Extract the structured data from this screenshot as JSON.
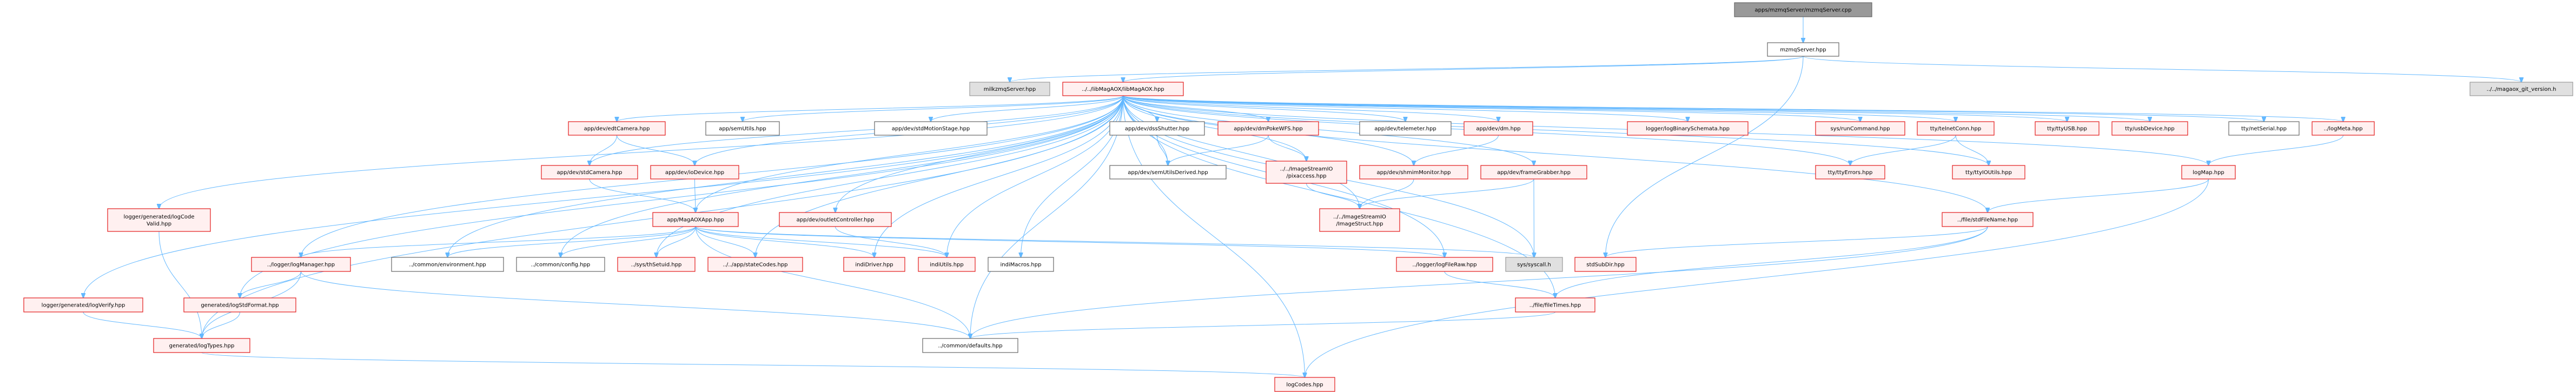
{
  "graph": {
    "title": "apps/mzmqServer/mzmqServer.cpp include dependency graph",
    "colors": {
      "edge": "#63b8ff",
      "red_border": "#e31a1c",
      "red_fill": "#fff0f0",
      "gray_fill": "#e0e0e0",
      "root_fill": "#999999"
    },
    "nodes": [
      {
        "id": "cpp",
        "label": "apps/mzmqServer/mzmqServer.cpp",
        "style": "root"
      },
      {
        "id": "mzhpp",
        "label": "mzmqServer.hpp",
        "style": "white"
      },
      {
        "id": "milk",
        "label": "milkzmqServer.hpp",
        "style": "gray"
      },
      {
        "id": "lib",
        "label": "../../libMagAOX/libMagAOX.hpp",
        "style": "red"
      },
      {
        "id": "git",
        "label": "../../magaox_git_version.h",
        "style": "gray"
      },
      {
        "id": "edt",
        "label": "app/dev/edtCamera.hpp",
        "style": "red"
      },
      {
        "id": "semu",
        "label": "app/semUtils.hpp",
        "style": "white"
      },
      {
        "id": "motion",
        "label": "app/dev/stdMotionStage.hpp",
        "style": "white"
      },
      {
        "id": "dss",
        "label": "app/dev/dssShutter.hpp",
        "style": "white"
      },
      {
        "id": "dmpoke",
        "label": "app/dev/dmPokeWFS.hpp",
        "style": "red"
      },
      {
        "id": "telem",
        "label": "app/dev/telemeter.hpp",
        "style": "white"
      },
      {
        "id": "dm",
        "label": "app/dev/dm.hpp",
        "style": "red"
      },
      {
        "id": "lbs",
        "label": "logger/logBinarySchemata.hpp",
        "style": "red"
      },
      {
        "id": "runcmd",
        "label": "sys/runCommand.hpp",
        "style": "red"
      },
      {
        "id": "telnet",
        "label": "tty/telnetConn.hpp",
        "style": "red"
      },
      {
        "id": "ttyusb",
        "label": "tty/ttyUSB.hpp",
        "style": "red"
      },
      {
        "id": "usbdev",
        "label": "tty/usbDevice.hpp",
        "style": "red"
      },
      {
        "id": "netser",
        "label": "tty/netSerial.hpp",
        "style": "white"
      },
      {
        "id": "logmeta",
        "label": "../logMeta.hpp",
        "style": "red"
      },
      {
        "id": "stdcam",
        "label": "app/dev/stdCamera.hpp",
        "style": "red"
      },
      {
        "id": "iodev",
        "label": "app/dev/ioDevice.hpp",
        "style": "red"
      },
      {
        "id": "semder",
        "label": "app/dev/semUtilsDerived.hpp",
        "style": "white"
      },
      {
        "id": "pixacc",
        "label": "../../ImageStreamIO\n/pixaccess.hpp",
        "style": "red"
      },
      {
        "id": "shmim",
        "label": "app/dev/shmimMonitor.hpp",
        "style": "red"
      },
      {
        "id": "fgrab",
        "label": "app/dev/frameGrabber.hpp",
        "style": "red"
      },
      {
        "id": "ttyerr",
        "label": "tty/ttyErrors.hpp",
        "style": "red"
      },
      {
        "id": "ttyio",
        "label": "tty/ttyIOUtils.hpp",
        "style": "red"
      },
      {
        "id": "logmap",
        "label": "logMap.hpp",
        "style": "red"
      },
      {
        "id": "lcv",
        "label": "logger/generated/logCode\nValid.hpp",
        "style": "red"
      },
      {
        "id": "magapp",
        "label": "app/MagAOXApp.hpp",
        "style": "red"
      },
      {
        "id": "outlet",
        "label": "app/dev/outletController.hpp",
        "style": "red"
      },
      {
        "id": "imgstruct",
        "label": "../../ImageStreamIO\n/ImageStruct.hpp",
        "style": "red"
      },
      {
        "id": "stdfn",
        "label": "../file/stdFileName.hpp",
        "style": "red"
      },
      {
        "id": "logmgr",
        "label": "../logger/logManager.hpp",
        "style": "red"
      },
      {
        "id": "env",
        "label": "../common/environment.hpp",
        "style": "white"
      },
      {
        "id": "config",
        "label": "../common/config.hpp",
        "style": "white"
      },
      {
        "id": "thset",
        "label": "../sys/thSetuid.hpp",
        "style": "red"
      },
      {
        "id": "state",
        "label": "../../app/stateCodes.hpp",
        "style": "red"
      },
      {
        "id": "indidrv",
        "label": "indiDriver.hpp",
        "style": "red"
      },
      {
        "id": "indiut",
        "label": "indiUtils.hpp",
        "style": "red"
      },
      {
        "id": "indimac",
        "label": "indiMacros.hpp",
        "style": "white"
      },
      {
        "id": "lfraw",
        "label": "../logger/logFileRaw.hpp",
        "style": "red"
      },
      {
        "id": "syscall",
        "label": "sys/syscall.h",
        "style": "gray"
      },
      {
        "id": "subdir",
        "label": "stdSubDir.hpp",
        "style": "red"
      },
      {
        "id": "lverify",
        "label": "logger/generated/logVerify.hpp",
        "style": "red"
      },
      {
        "id": "lstdfmt",
        "label": "generated/logStdFormat.hpp",
        "style": "red"
      },
      {
        "id": "ftimes",
        "label": "../file/fileTimes.hpp",
        "style": "red"
      },
      {
        "id": "ltypes",
        "label": "generated/logTypes.hpp",
        "style": "red"
      },
      {
        "id": "defaults",
        "label": "../common/defaults.hpp",
        "style": "white"
      },
      {
        "id": "lcodes",
        "label": "logCodes.hpp",
        "style": "red"
      }
    ],
    "edges": [
      [
        "cpp",
        "mzhpp"
      ],
      [
        "mzhpp",
        "milk"
      ],
      [
        "mzhpp",
        "lib"
      ],
      [
        "mzhpp",
        "git"
      ],
      [
        "mzhpp",
        "subdir"
      ],
      [
        "lib",
        "edt"
      ],
      [
        "lib",
        "semu"
      ],
      [
        "lib",
        "motion"
      ],
      [
        "lib",
        "dss"
      ],
      [
        "lib",
        "dmpoke"
      ],
      [
        "lib",
        "telem"
      ],
      [
        "lib",
        "dm"
      ],
      [
        "lib",
        "lbs"
      ],
      [
        "lib",
        "runcmd"
      ],
      [
        "lib",
        "telnet"
      ],
      [
        "lib",
        "ttyusb"
      ],
      [
        "lib",
        "usbdev"
      ],
      [
        "lib",
        "netser"
      ],
      [
        "lib",
        "logmeta"
      ],
      [
        "lib",
        "stdcam"
      ],
      [
        "lib",
        "iodev"
      ],
      [
        "lib",
        "semder"
      ],
      [
        "lib",
        "pixacc"
      ],
      [
        "lib",
        "shmim"
      ],
      [
        "lib",
        "fgrab"
      ],
      [
        "lib",
        "ttyerr"
      ],
      [
        "lib",
        "ttyio"
      ],
      [
        "lib",
        "logmap"
      ],
      [
        "lib",
        "lcv"
      ],
      [
        "lib",
        "magapp"
      ],
      [
        "lib",
        "outlet"
      ],
      [
        "lib",
        "imgstruct"
      ],
      [
        "lib",
        "stdfn"
      ],
      [
        "lib",
        "logmgr"
      ],
      [
        "lib",
        "env"
      ],
      [
        "lib",
        "config"
      ],
      [
        "lib",
        "thset"
      ],
      [
        "lib",
        "state"
      ],
      [
        "lib",
        "indidrv"
      ],
      [
        "lib",
        "indiut"
      ],
      [
        "lib",
        "indimac"
      ],
      [
        "lib",
        "lfraw"
      ],
      [
        "lib",
        "syscall"
      ],
      [
        "lib",
        "lverify"
      ],
      [
        "lib",
        "lstdfmt"
      ],
      [
        "lib",
        "ftimes"
      ],
      [
        "lib",
        "ltypes"
      ],
      [
        "lib",
        "defaults"
      ],
      [
        "lib",
        "lcodes"
      ],
      [
        "edt",
        "stdcam"
      ],
      [
        "edt",
        "iodev"
      ],
      [
        "stdcam",
        "magapp"
      ],
      [
        "iodev",
        "magapp"
      ],
      [
        "dmpoke",
        "semder"
      ],
      [
        "dmpoke",
        "pixacc"
      ],
      [
        "dss",
        "semder"
      ],
      [
        "dm",
        "shmim"
      ],
      [
        "pixacc",
        "imgstruct"
      ],
      [
        "shmim",
        "imgstruct"
      ],
      [
        "fgrab",
        "imgstruct"
      ],
      [
        "fgrab",
        "syscall"
      ],
      [
        "telnet",
        "ttyerr"
      ],
      [
        "telnet",
        "ttyio"
      ],
      [
        "logmeta",
        "logmap"
      ],
      [
        "logmap",
        "stdfn"
      ],
      [
        "outlet",
        "indiut"
      ],
      [
        "magapp",
        "logmgr"
      ],
      [
        "magapp",
        "env"
      ],
      [
        "magapp",
        "config"
      ],
      [
        "magapp",
        "thset"
      ],
      [
        "magapp",
        "state"
      ],
      [
        "magapp",
        "indidrv"
      ],
      [
        "magapp",
        "indiut"
      ],
      [
        "magapp",
        "lfraw"
      ],
      [
        "magapp",
        "syscall"
      ],
      [
        "magapp",
        "defaults"
      ],
      [
        "stdfn",
        "subdir"
      ],
      [
        "stdfn",
        "ftimes"
      ],
      [
        "stdfn",
        "defaults"
      ],
      [
        "logmgr",
        "lstdfmt"
      ],
      [
        "logmgr",
        "ltypes"
      ],
      [
        "logmgr",
        "defaults"
      ],
      [
        "lcv",
        "ltypes"
      ],
      [
        "lverify",
        "ltypes"
      ],
      [
        "lstdfmt",
        "ltypes"
      ],
      [
        "lfraw",
        "ftimes"
      ],
      [
        "ftimes",
        "defaults"
      ],
      [
        "ltypes",
        "lcodes"
      ],
      [
        "logmap",
        "lcodes"
      ]
    ]
  }
}
